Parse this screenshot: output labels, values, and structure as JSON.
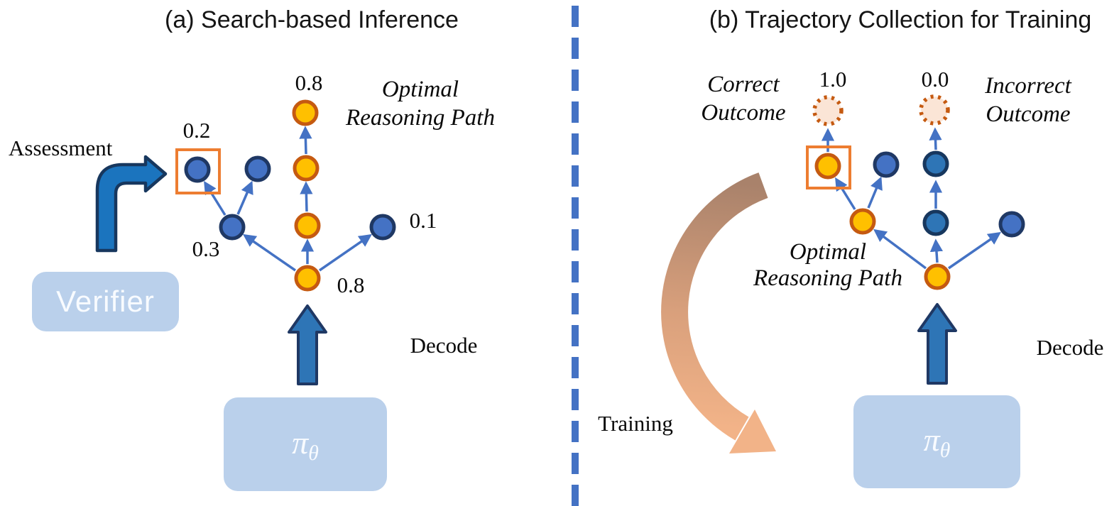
{
  "figure": {
    "panels": {
      "a": {
        "title": "(a) Search-based Inference",
        "assessment": "Assessment",
        "verifier": "Verifier",
        "decode": "Decode",
        "policy": {
          "symbol": "π",
          "subscript": "θ"
        },
        "optimal_path": {
          "line1": "Optimal",
          "line2": "Reasoning Path"
        },
        "scores": {
          "top_node": "0.8",
          "boxed_leaf": "0.2",
          "left_child": "0.3",
          "right_leaf": "0.1",
          "root": "0.8"
        }
      },
      "b": {
        "title": "(b) Trajectory Collection for Training",
        "training": "Training",
        "decode": "Decode",
        "policy": {
          "symbol": "π",
          "subscript": "θ"
        },
        "optimal_path": {
          "line1": "Optimal",
          "line2": "Reasoning Path"
        },
        "correct_outcome": {
          "line1": "Correct",
          "line2": "Outcome",
          "value": "1.0"
        },
        "incorrect_outcome": {
          "line1": "Incorrect",
          "line2": "Outcome",
          "value": "0.0"
        }
      }
    },
    "colors": {
      "node_yellow": "#FFC000",
      "node_yellow_border": "#C55A11",
      "node_blue": "#4472C4",
      "node_blue_border": "#1F3864",
      "node_deep_blue": "#2E75B6",
      "deep_blue_border": "#17375E",
      "edge_blue": "#4472C4",
      "thick_arrow_fill": "#2E75B6",
      "thick_arrow_border": "#1F3864",
      "bent_arrow_fill": "#1B74BE",
      "highlight_square": "#ED7D31",
      "outcome_fill": "#FBE5D6",
      "outcome_border": "#C55A11",
      "panel_box_fill": "#BAD0EB",
      "box_text": "#F8FBFF",
      "divider": "#4472C4",
      "training_grad_start": "#A9826B",
      "training_grad_end": "#F2B388",
      "text_color": "#0A0A0A"
    }
  }
}
